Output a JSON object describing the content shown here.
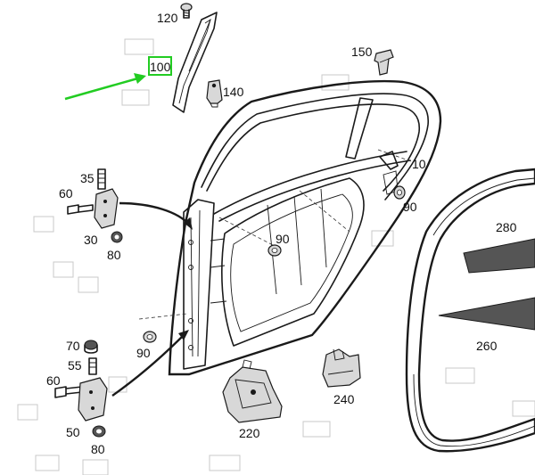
{
  "callouts": {
    "c120": "120",
    "c100": "100",
    "c140": "140",
    "c150": "150",
    "c10": "10",
    "c35": "35",
    "c60a": "60",
    "c30": "30",
    "c80a": "80",
    "c90a": "90",
    "c90b": "90",
    "c90c": "90",
    "c280": "280",
    "c260": "260",
    "c70": "70",
    "c55": "55",
    "c60b": "60",
    "c50": "50",
    "c80b": "80",
    "c240": "240",
    "c220": "220"
  },
  "colors": {
    "highlight": "#22cc22",
    "ink": "#1a1a1a",
    "placeholder": "#c8c8c8"
  }
}
